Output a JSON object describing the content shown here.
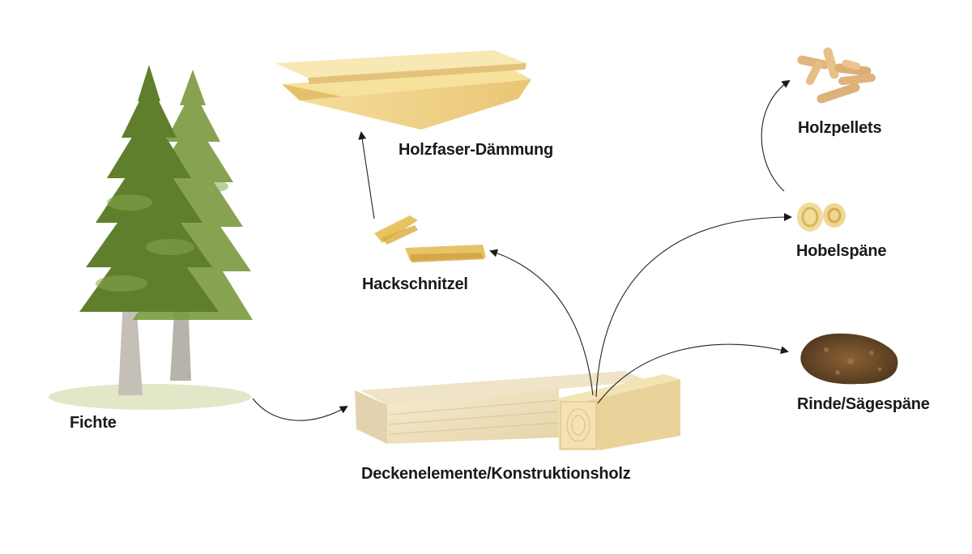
{
  "diagram": {
    "nodes": {
      "fichte": {
        "label": "Fichte",
        "icon": "spruce-tree-illustration"
      },
      "deckenelemente": {
        "label": "Deckenelemente/Konstruktionsholz",
        "icon": "timber-beam-illustration"
      },
      "hackschnitzel": {
        "label": "Hackschnitzel",
        "icon": "wood-chips-illustration"
      },
      "holzfaser": {
        "label": "Holzfaser-Dämmung",
        "icon": "insulation-board-illustration"
      },
      "hobelspaene": {
        "label": "Hobelspäne",
        "icon": "wood-shavings-illustration"
      },
      "holzpellets": {
        "label": "Holzpellets",
        "icon": "pellets-illustration"
      },
      "rinde": {
        "label": "Rinde/Sägespäne",
        "icon": "bark-illustration"
      }
    },
    "edges": [
      {
        "from": "fichte",
        "to": "deckenelemente"
      },
      {
        "from": "deckenelemente",
        "to": "hackschnitzel"
      },
      {
        "from": "hackschnitzel",
        "to": "holzfaser"
      },
      {
        "from": "deckenelemente",
        "to": "hobelspaene"
      },
      {
        "from": "hobelspaene",
        "to": "holzpellets"
      },
      {
        "from": "deckenelemente",
        "to": "rinde"
      }
    ],
    "colors": {
      "foliage": "#5a7a2a",
      "trunk": "#bdb8b0",
      "wood": "#f0e3c0",
      "bark": "#6b4a2a",
      "arrow": "#222222"
    }
  }
}
